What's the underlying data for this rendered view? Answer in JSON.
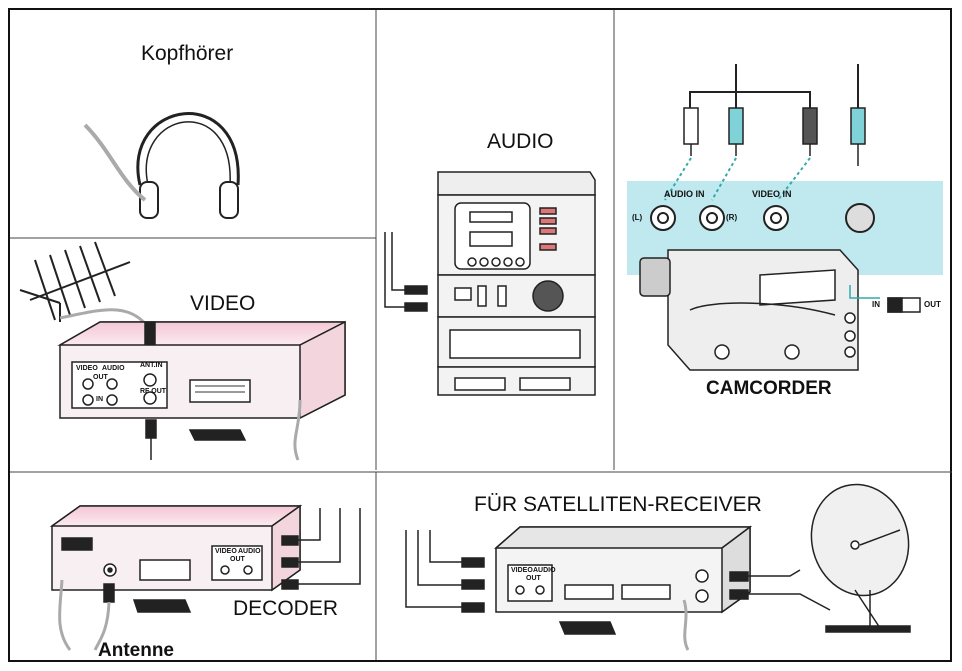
{
  "panels": {
    "headphones": {
      "title": "Kopfhörer"
    },
    "audio": {
      "title": "AUDIO"
    },
    "video": {
      "title": "VIDEO",
      "jack_labels": [
        "VIDEO",
        "AUDIO",
        "ANT.IN",
        "OUT",
        "IN",
        "RF OUT"
      ]
    },
    "camcorder": {
      "title": "CAMCORDER",
      "audio_in": "AUDIO IN",
      "video_in": "VIDEO IN",
      "left": "(L)",
      "right": "(R)",
      "in": "IN",
      "out": "OUT"
    },
    "decoder": {
      "title": "DECODER",
      "antenna": "Antenne",
      "jack_labels": [
        "VIDEO",
        "AUDIO",
        "OUT"
      ]
    },
    "satellite": {
      "title": "FÜR SATELLITEN-RECEIVER",
      "jack_labels": [
        "VIDEO",
        "AUDIO",
        "OUT"
      ]
    }
  },
  "colors": {
    "line": "#222222",
    "device_fill": "#f6eef0",
    "device_top": "#f2c9d6",
    "highlight": "#bfe8ef",
    "cyan_plug": "#7fd3d8"
  }
}
